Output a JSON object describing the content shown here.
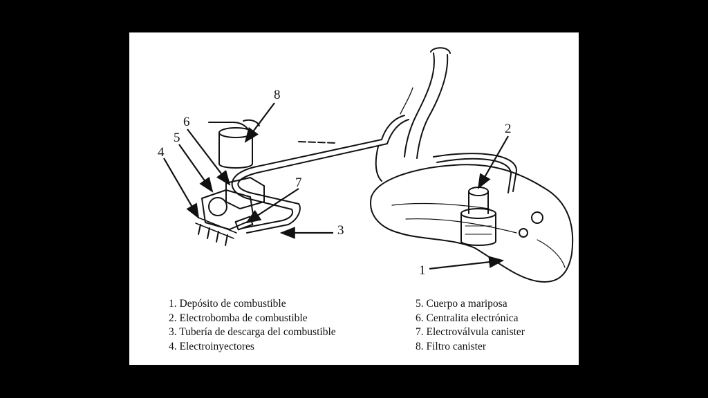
{
  "callouts": [
    "1",
    "2",
    "3",
    "4",
    "5",
    "6",
    "7",
    "8"
  ],
  "legend_left": [
    "1. Depósito de combustible",
    "2. Electrobomba de combustible",
    "3. Tubería de descarga del combustible",
    "4. Electroinyectores"
  ],
  "legend_right": [
    "5. Cuerpo a mariposa",
    "6. Centralita electrónica",
    "7. Electroválvula canister",
    "8. Filtro canister"
  ]
}
